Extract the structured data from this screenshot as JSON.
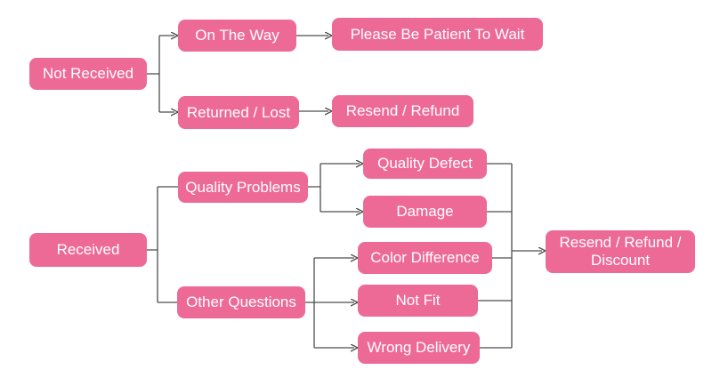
{
  "diagram": {
    "title": "",
    "colors": {
      "node_fill": "#ee6a96",
      "node_text": "#ffffff",
      "line": "#4d4d4d",
      "background": "#ffffff"
    },
    "nodes": {
      "not_received": "Not Received",
      "on_the_way": "On The Way",
      "please_wait": "Please Be Patient To Wait",
      "returned_lost": "Returned / Lost",
      "resend_refund": "Resend / Refund",
      "received": "Received",
      "quality_problems": "Quality Problems",
      "quality_defect": "Quality Defect",
      "damage": "Damage",
      "other_questions": "Other Questions",
      "color_difference": "Color Difference",
      "not_fit": "Not Fit",
      "wrong_delivery": "Wrong Delivery",
      "resend_refund_discount": "Resend / Refund / Discount"
    },
    "edges": [
      {
        "from": "Not Received",
        "to": "On The Way",
        "arrow": true
      },
      {
        "from": "Not Received",
        "to": "Returned / Lost",
        "arrow": true
      },
      {
        "from": "On The Way",
        "to": "Please Be Patient To Wait",
        "arrow": true
      },
      {
        "from": "Returned / Lost",
        "to": "Resend / Refund",
        "arrow": true
      },
      {
        "from": "Received",
        "to": "Quality Problems",
        "arrow": false
      },
      {
        "from": "Received",
        "to": "Other Questions",
        "arrow": false
      },
      {
        "from": "Quality Problems",
        "to": "Quality Defect",
        "arrow": true
      },
      {
        "from": "Quality Problems",
        "to": "Damage",
        "arrow": true
      },
      {
        "from": "Other Questions",
        "to": "Color Difference",
        "arrow": true
      },
      {
        "from": "Other Questions",
        "to": "Not Fit",
        "arrow": true
      },
      {
        "from": "Other Questions",
        "to": "Wrong Delivery",
        "arrow": true
      },
      {
        "from": "Quality Defect",
        "to": "Resend / Refund / Discount",
        "arrow": true
      },
      {
        "from": "Damage",
        "to": "Resend / Refund / Discount",
        "arrow": true
      },
      {
        "from": "Color Difference",
        "to": "Resend / Refund / Discount",
        "arrow": true
      },
      {
        "from": "Not Fit",
        "to": "Resend / Refund / Discount",
        "arrow": true
      },
      {
        "from": "Wrong Delivery",
        "to": "Resend / Refund / Discount",
        "arrow": true
      }
    ]
  }
}
